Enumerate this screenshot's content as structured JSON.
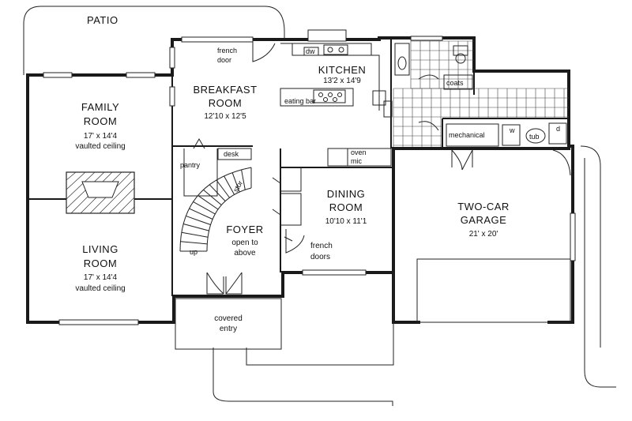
{
  "rooms": {
    "patio": {
      "name": "PATIO"
    },
    "family": {
      "name1": "FAMILY",
      "name2": "ROOM",
      "dims": "17' x 14'4",
      "note": "vaulted ceiling"
    },
    "living": {
      "name1": "LIVING",
      "name2": "ROOM",
      "dims": "17' x 14'4",
      "note": "vaulted ceiling"
    },
    "breakfast": {
      "name1": "BREAKFAST",
      "name2": "ROOM",
      "dims": "12'10 x 12'5"
    },
    "kitchen": {
      "name": "KITCHEN",
      "dims": "13'2 x 14'9"
    },
    "foyer": {
      "name": "FOYER",
      "note1": "open to",
      "note2": "above"
    },
    "dining": {
      "name1": "DINING",
      "name2": "ROOM",
      "dims": "10'10 x 11'1"
    },
    "garage": {
      "name1": "TWO-CAR",
      "name2": "GARAGE",
      "dims": "21' x 20'"
    },
    "entry": {
      "name1": "covered",
      "name2": "entry"
    }
  },
  "fixtures": {
    "french_door": {
      "line1": "french",
      "line2": "door"
    },
    "french_doors": {
      "line1": "french",
      "line2": "doors"
    },
    "dw": "dw",
    "eating_bar": "eating bar",
    "pantry": "pantry",
    "desk": "desk",
    "stor": "stor",
    "up": "up",
    "oven": {
      "line1": "oven",
      "line2": "mic"
    },
    "coats": "coats",
    "mechanical": "mechanical",
    "w": "w",
    "d": "d",
    "tub": "tub"
  }
}
